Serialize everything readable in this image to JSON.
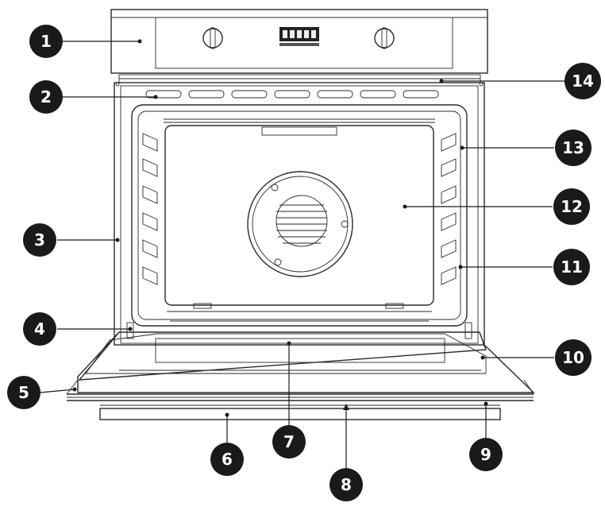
{
  "diagram": {
    "display": {
      "readout": "",
      "color": "#1a1a1a"
    },
    "callouts": [
      {
        "id": "1",
        "label": "1"
      },
      {
        "id": "2",
        "label": "2"
      },
      {
        "id": "3",
        "label": "3"
      },
      {
        "id": "4",
        "label": "4"
      },
      {
        "id": "5",
        "label": "5"
      },
      {
        "id": "6",
        "label": "6"
      },
      {
        "id": "7",
        "label": "7"
      },
      {
        "id": "8",
        "label": "8"
      },
      {
        "id": "9",
        "label": "9"
      },
      {
        "id": "10",
        "label": "10"
      },
      {
        "id": "11",
        "label": "11"
      },
      {
        "id": "12",
        "label": "12"
      },
      {
        "id": "13",
        "label": "13"
      },
      {
        "id": "14",
        "label": "14"
      }
    ],
    "colors": {
      "callout": "#1a1a1a",
      "line": "#2a2a2a",
      "background": "#ffffff"
    }
  }
}
